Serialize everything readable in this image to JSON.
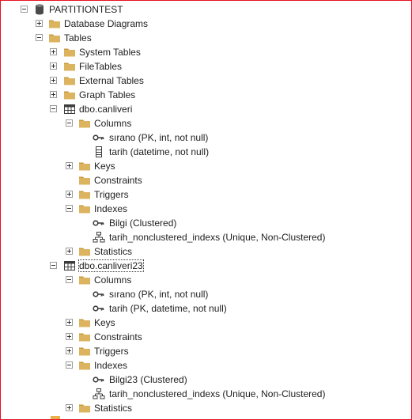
{
  "tree": [
    {
      "label": "PARTITIONTEST",
      "level": 0,
      "expander": "minus",
      "icon": "database"
    },
    {
      "label": "Database Diagrams",
      "level": 1,
      "expander": "plus",
      "icon": "folder"
    },
    {
      "label": "Tables",
      "level": 1,
      "expander": "minus",
      "icon": "folder"
    },
    {
      "label": "System Tables",
      "level": 2,
      "expander": "plus",
      "icon": "folder"
    },
    {
      "label": "FileTables",
      "level": 2,
      "expander": "plus",
      "icon": "folder"
    },
    {
      "label": "External Tables",
      "level": 2,
      "expander": "plus",
      "icon": "folder"
    },
    {
      "label": "Graph Tables",
      "level": 2,
      "expander": "plus",
      "icon": "folder"
    },
    {
      "label": "dbo.canliveri",
      "level": 2,
      "expander": "minus",
      "icon": "table"
    },
    {
      "label": "Columns",
      "level": 3,
      "expander": "minus",
      "icon": "folder"
    },
    {
      "label": "sırano (PK, int, not null)",
      "level": 4,
      "expander": "none",
      "icon": "key"
    },
    {
      "label": "tarih (datetime, not null)",
      "level": 4,
      "expander": "none",
      "icon": "column"
    },
    {
      "label": "Keys",
      "level": 3,
      "expander": "plus",
      "icon": "folder"
    },
    {
      "label": "Constraints",
      "level": 3,
      "expander": "none",
      "icon": "folder"
    },
    {
      "label": "Triggers",
      "level": 3,
      "expander": "plus",
      "icon": "folder"
    },
    {
      "label": "Indexes",
      "level": 3,
      "expander": "minus",
      "icon": "folder"
    },
    {
      "label": "Bilgi (Clustered)",
      "level": 4,
      "expander": "none",
      "icon": "key"
    },
    {
      "label": "tarih_nonclustered_indexs (Unique, Non-Clustered)",
      "level": 4,
      "expander": "none",
      "icon": "index"
    },
    {
      "label": "Statistics",
      "level": 3,
      "expander": "plus",
      "icon": "folder"
    },
    {
      "label": "dbo.canliveri23",
      "level": 2,
      "expander": "minus",
      "icon": "table",
      "focused": true
    },
    {
      "label": "Columns",
      "level": 3,
      "expander": "minus",
      "icon": "folder"
    },
    {
      "label": "sırano (PK, int, not null)",
      "level": 4,
      "expander": "none",
      "icon": "key"
    },
    {
      "label": "tarih (PK, datetime, not null)",
      "level": 4,
      "expander": "none",
      "icon": "key"
    },
    {
      "label": "Keys",
      "level": 3,
      "expander": "plus",
      "icon": "folder"
    },
    {
      "label": "Constraints",
      "level": 3,
      "expander": "plus",
      "icon": "folder"
    },
    {
      "label": "Triggers",
      "level": 3,
      "expander": "plus",
      "icon": "folder"
    },
    {
      "label": "Indexes",
      "level": 3,
      "expander": "minus",
      "icon": "folder"
    },
    {
      "label": "Bilgi23 (Clustered)",
      "level": 4,
      "expander": "none",
      "icon": "key"
    },
    {
      "label": "tarih_nonclustered_indexs (Unique, Non-Clustered)",
      "level": 4,
      "expander": "none",
      "icon": "index"
    },
    {
      "label": "Statistics",
      "level": 3,
      "expander": "plus",
      "icon": "folder"
    }
  ],
  "colors": {
    "folder": "#dcb45f",
    "folder_dark": "#c89a3c",
    "border_highlight": "#e81123",
    "icon_dark": "#3c3c3c"
  }
}
